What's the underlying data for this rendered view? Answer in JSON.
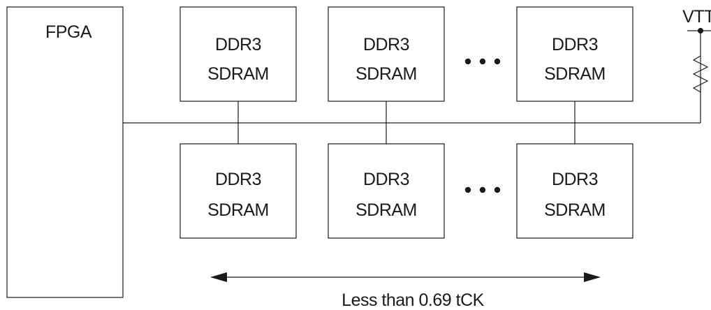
{
  "fpga": {
    "label": "FPGA"
  },
  "vtt": {
    "label": "VTT"
  },
  "top_row": {
    "chips": [
      {
        "line1": "DDR3",
        "line2": "SDRAM"
      },
      {
        "line1": "DDR3",
        "line2": "SDRAM"
      },
      {
        "line1": "DDR3",
        "line2": "SDRAM"
      }
    ]
  },
  "bottom_row": {
    "chips": [
      {
        "line1": "DDR3",
        "line2": "SDRAM"
      },
      {
        "line1": "DDR3",
        "line2": "SDRAM"
      },
      {
        "line1": "DDR3",
        "line2": "SDRAM"
      }
    ]
  },
  "dimension": {
    "label": "Less than 0.69 tCK"
  }
}
